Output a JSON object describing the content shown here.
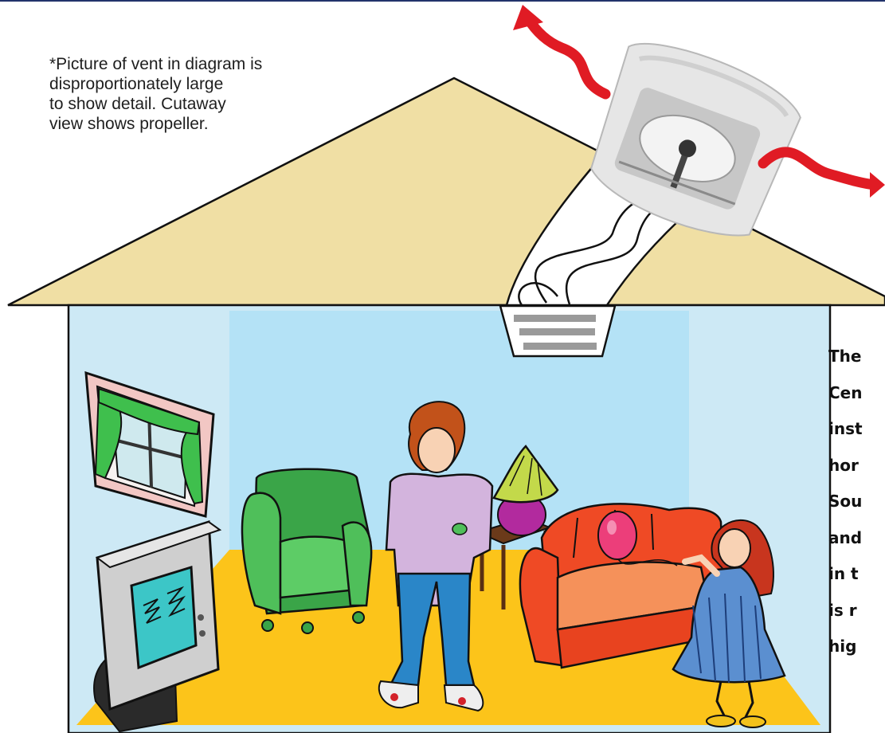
{
  "note": {
    "lines": [
      "*Picture of vent in diagram is",
      "disproportionately large",
      "to show detail. Cutaway",
      "view shows propeller."
    ]
  },
  "side_text": {
    "lines": [
      "The",
      "Cen",
      "inst",
      "hor",
      "Sou",
      "and",
      "in t",
      "is r",
      "hig"
    ]
  },
  "colors": {
    "roof": "#f0dfa4",
    "walls": "#cde9f5",
    "back_wall": "#b4e2f6",
    "floor": "#fcc41a",
    "airflow_arrows": "#e01b24",
    "top_rule": "#22336b"
  },
  "icons": [
    "roof-vent-fan-icon",
    "airflow-arrow-icon",
    "ceiling-grille-icon",
    "window-icon",
    "armchair-icon",
    "television-icon",
    "table-lamp-icon",
    "sofa-icon",
    "boy-icon",
    "girl-icon",
    "balloon-icon"
  ]
}
